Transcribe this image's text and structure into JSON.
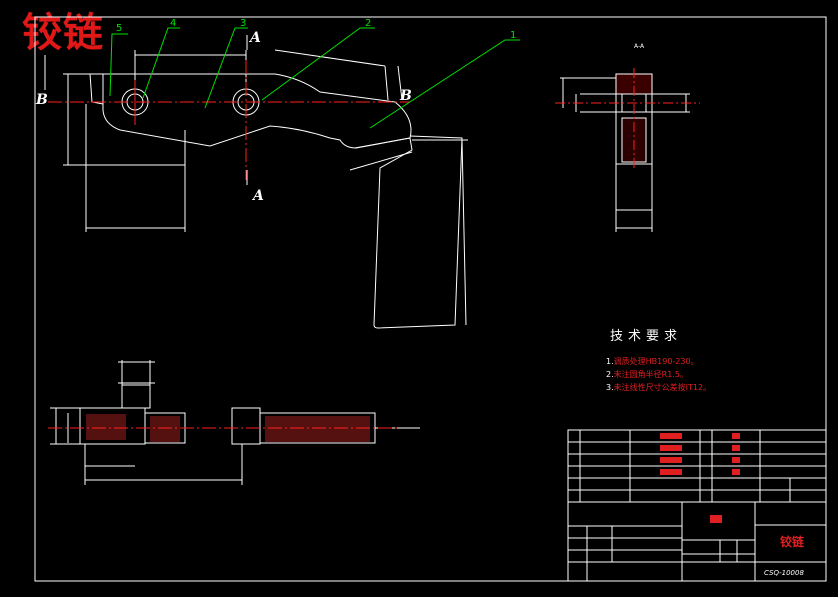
{
  "title_watermark": "铰链",
  "section_label_aa": "A-A",
  "cut_marks": {
    "a_top": "A",
    "a_bottom": "A",
    "b_left": "B",
    "b_right": "B"
  },
  "balloons": [
    "1",
    "2",
    "3",
    "4",
    "5"
  ],
  "tech_requirements": {
    "title": "技术要求",
    "items": [
      {
        "num": "1.",
        "text": "调质处理HB190-230。"
      },
      {
        "num": "2.",
        "text": "未注圆角半径R1.5。"
      },
      {
        "num": "3.",
        "text": "未注线性尺寸公差按IT12。"
      }
    ]
  },
  "title_block": {
    "drawing_name": "铰链",
    "drawing_number": "CSQ-10008"
  },
  "colors": {
    "outline": "#ffffff",
    "centerline": "#ff2020",
    "leader": "#00e000",
    "dimension": "#ffffff",
    "hatch": "#e02020",
    "title": "#e01818"
  }
}
